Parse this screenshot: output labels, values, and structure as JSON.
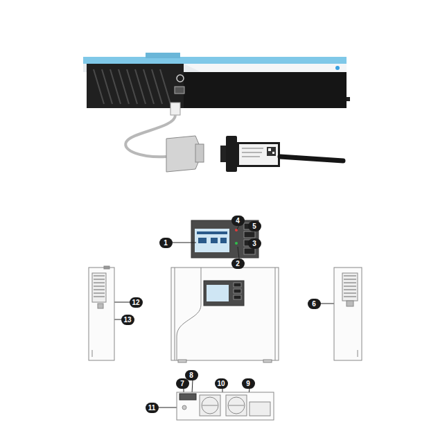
{
  "diagram": {
    "labels": [
      "4",
      "5",
      "1",
      "3",
      "2",
      "12",
      "13",
      "6",
      "8",
      "7",
      "10",
      "9",
      "11"
    ]
  }
}
